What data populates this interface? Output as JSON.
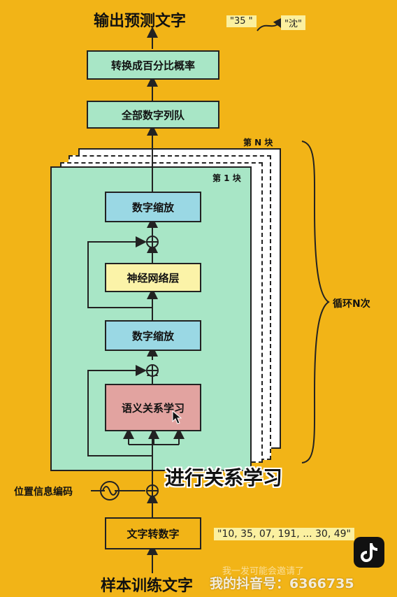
{
  "title": "输出预测文字",
  "output_tokens": [
    "\"35 \"",
    "\"沈\""
  ],
  "boxes": {
    "prob": "转换成百分比概率",
    "allnum": "全部数字列队",
    "norm_top": "数字缩放",
    "ffn": "神经网络层",
    "norm_mid": "数字缩放",
    "attention": "语义关系学习",
    "tokenize": "文字转数字"
  },
  "block_labels": {
    "first": "第 1 块",
    "last": "第 N 块"
  },
  "loop_label": "循环N次",
  "position_label": "位置信息编码",
  "input_tokens": "\"10, 35, 07, 191, ... 30, 49\"",
  "bottom_label": "样本训练文字",
  "subtitle": "进行关系学习",
  "watermark": {
    "text": "我的抖音号：6366735",
    "sub": "我一发可能会邀请了"
  },
  "colors": {
    "background": "#f2b417",
    "block": "#a8e6c6",
    "norm": "#9ad8e4",
    "ffn": "#fbf3a8",
    "attention": "#e2a3a0"
  }
}
